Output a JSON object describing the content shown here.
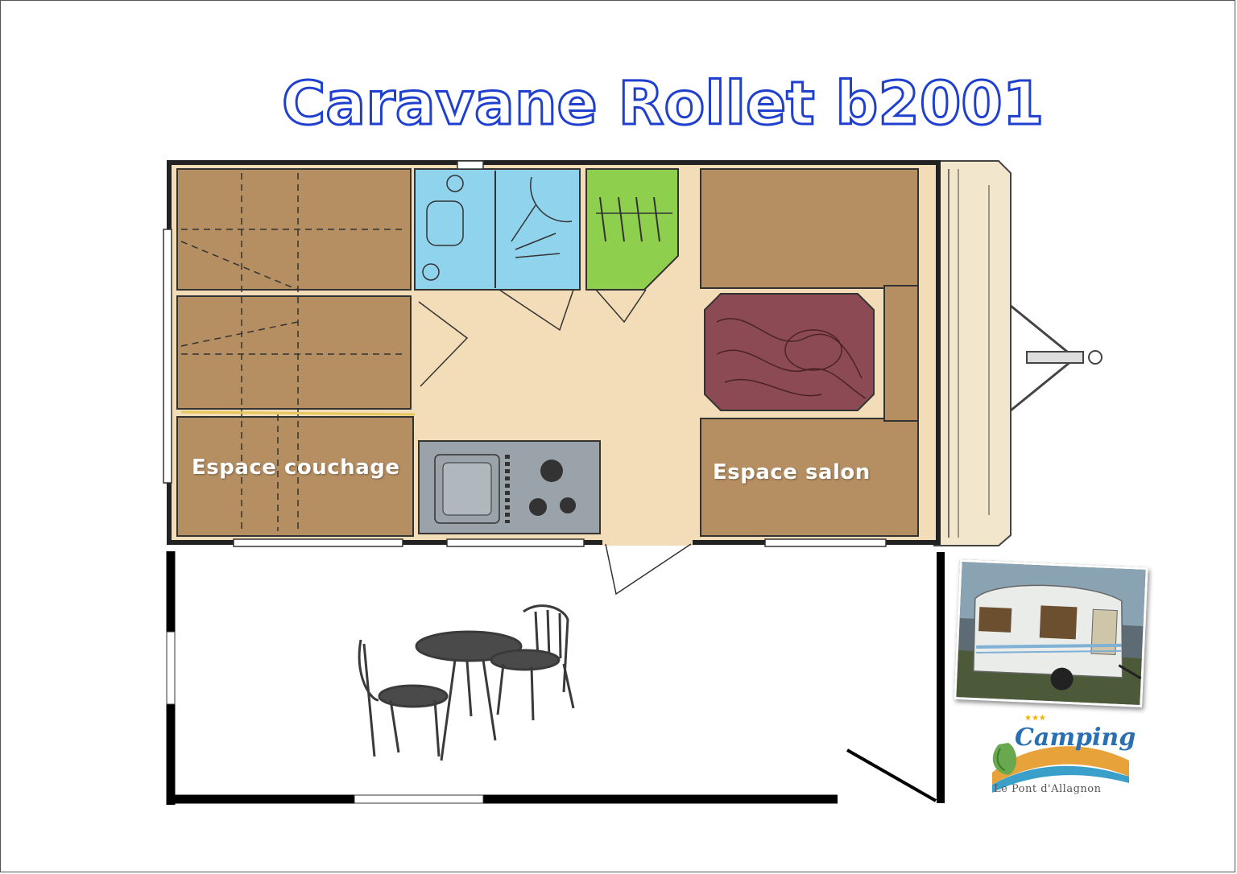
{
  "title": "Caravane Rollet b2001",
  "rooms": {
    "sleeping": "Espace couchage",
    "lounge": "Espace salon"
  },
  "logo": {
    "word": "Camping",
    "subtitle": "Le Pont d'Allagnon"
  },
  "colors": {
    "title_outline": "#1f3fcf",
    "wood": "#b58e62",
    "bathroom": "#8fd3ec",
    "wardrobe": "#8fcf4e",
    "floor": "#f3dcb8",
    "kitchen": "#9aa3a9",
    "table": "#8c4a55",
    "drawbar": "#f2e6cc"
  }
}
